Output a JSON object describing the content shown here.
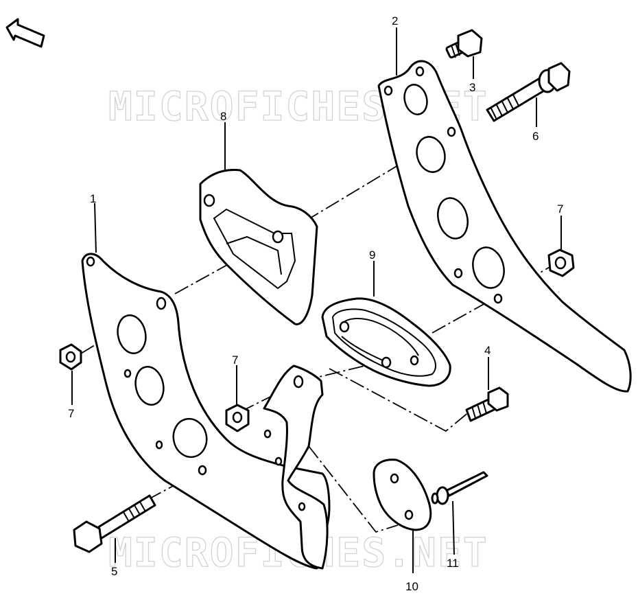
{
  "direction_marker": "FWD",
  "watermarks": [
    "MICROFICHES.NET",
    "MICROFICHES.NET"
  ],
  "callouts": {
    "c1": "1",
    "c2": "2",
    "c3": "3",
    "c4": "4",
    "c5": "5",
    "c6": "6",
    "c7a": "7",
    "c7b": "7",
    "c7c": "7",
    "c8": "8",
    "c9": "9",
    "c10": "10",
    "c11": "11"
  }
}
